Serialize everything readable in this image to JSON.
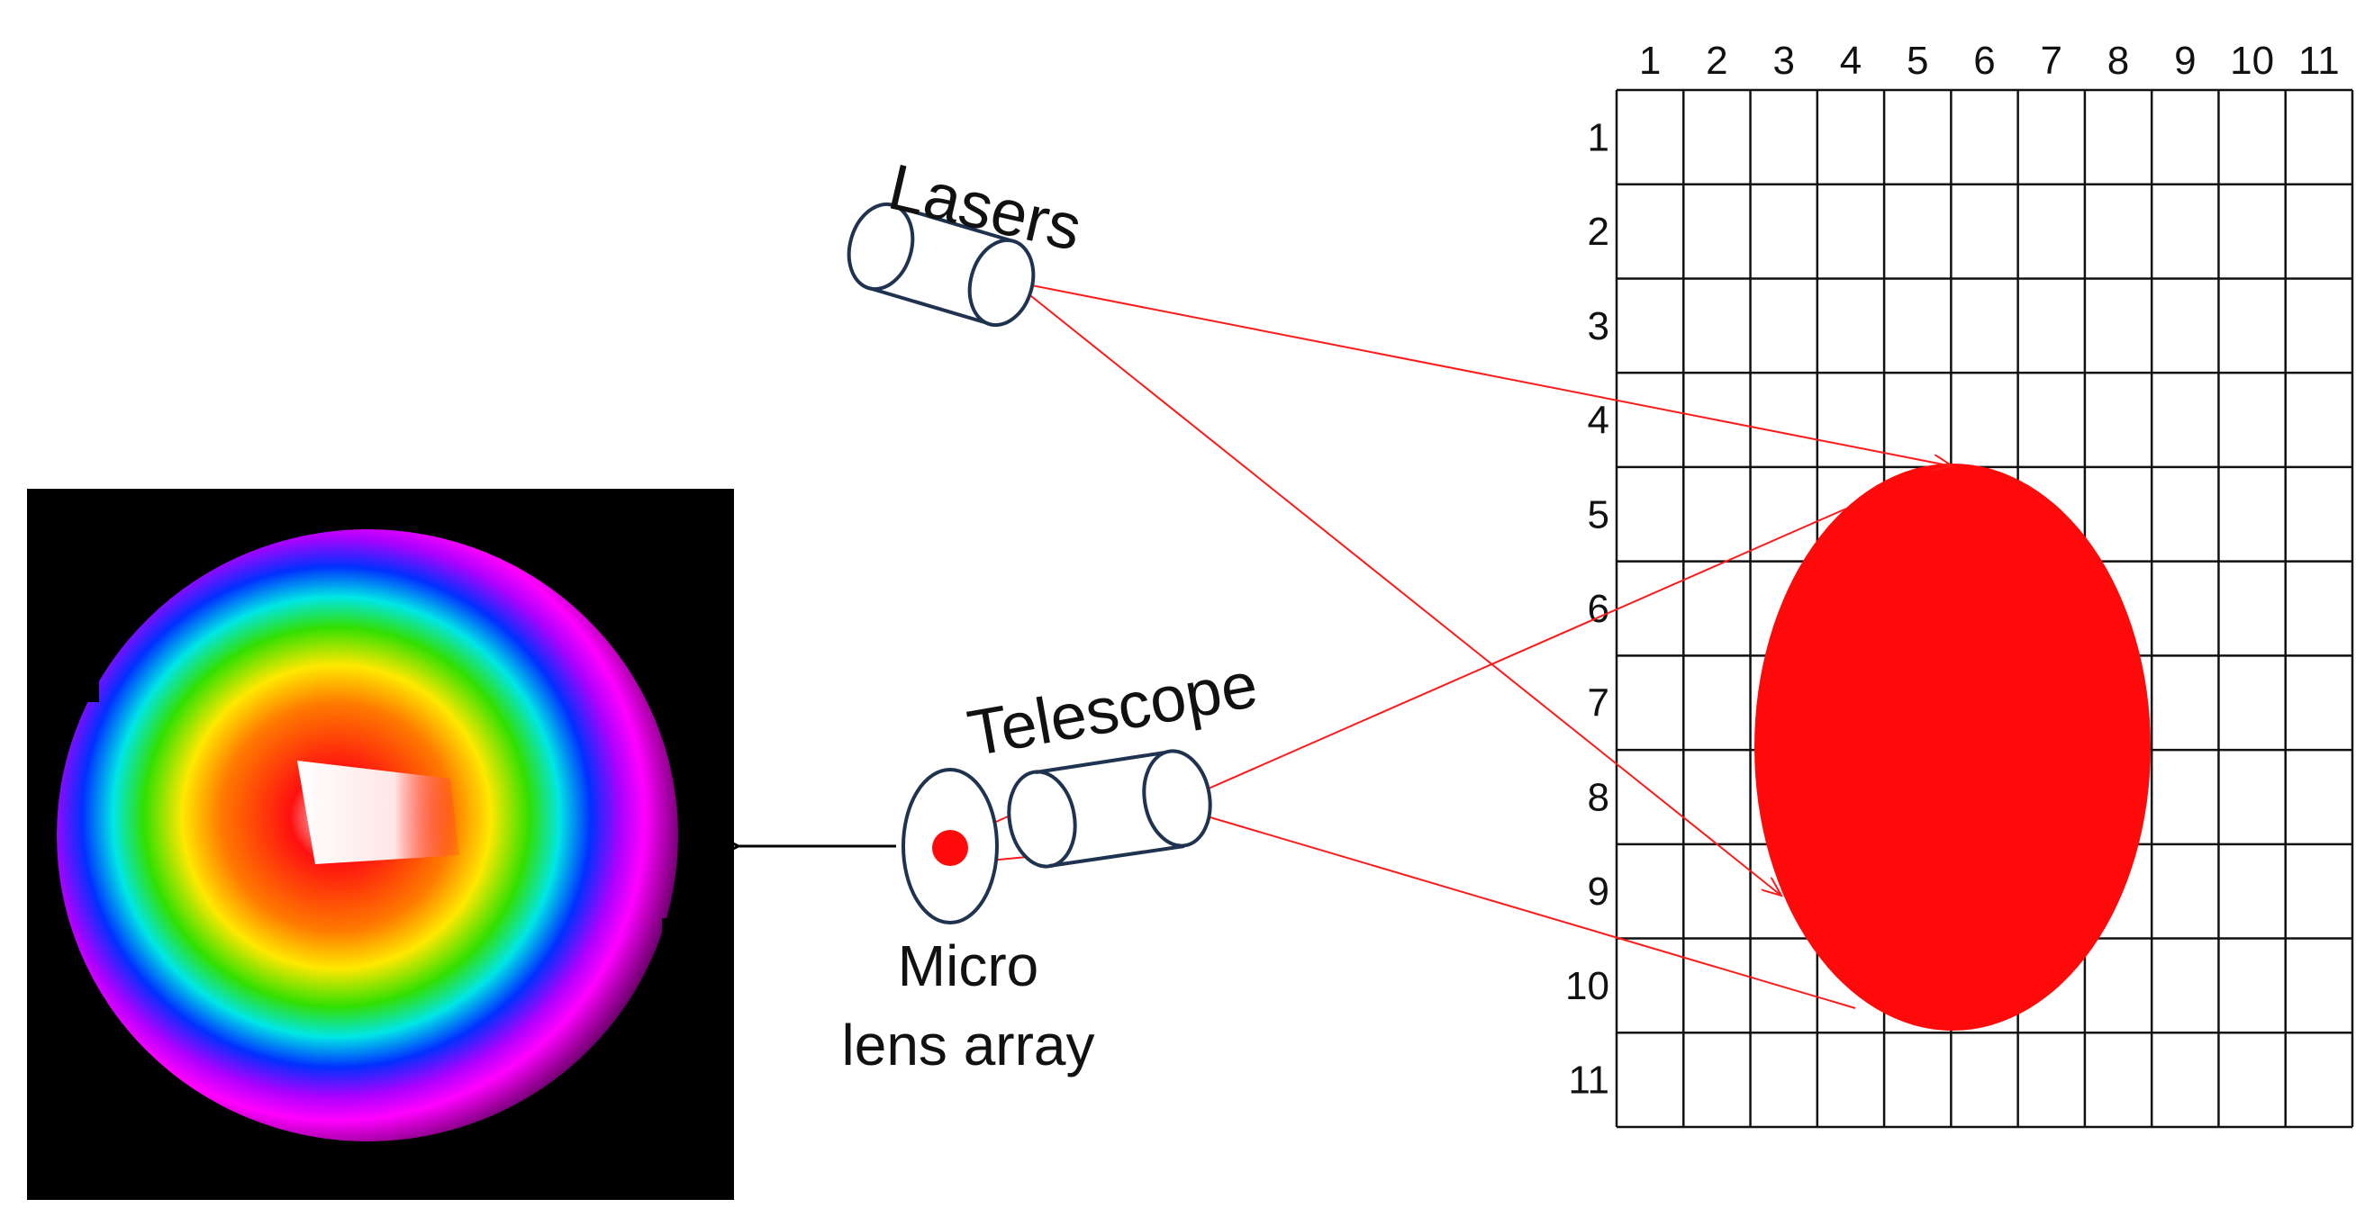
{
  "labels": {
    "lasers": "Lasers",
    "telescope": "Telescope",
    "micro_lens_line1": "Micro",
    "micro_lens_line2": "lens array"
  },
  "grid": {
    "columns": [
      "1",
      "2",
      "3",
      "4",
      "5",
      "6",
      "7",
      "8",
      "9",
      "10",
      "11"
    ],
    "rows": [
      "1",
      "2",
      "3",
      "4",
      "5",
      "6",
      "7",
      "8",
      "9",
      "10",
      "11"
    ]
  },
  "colors": {
    "beam": "#ff1a1a",
    "spot": "#ff0a0a",
    "device_stroke": "#1f3350",
    "grid_line": "#111111",
    "text": "#111111",
    "arrow": "#000000"
  }
}
